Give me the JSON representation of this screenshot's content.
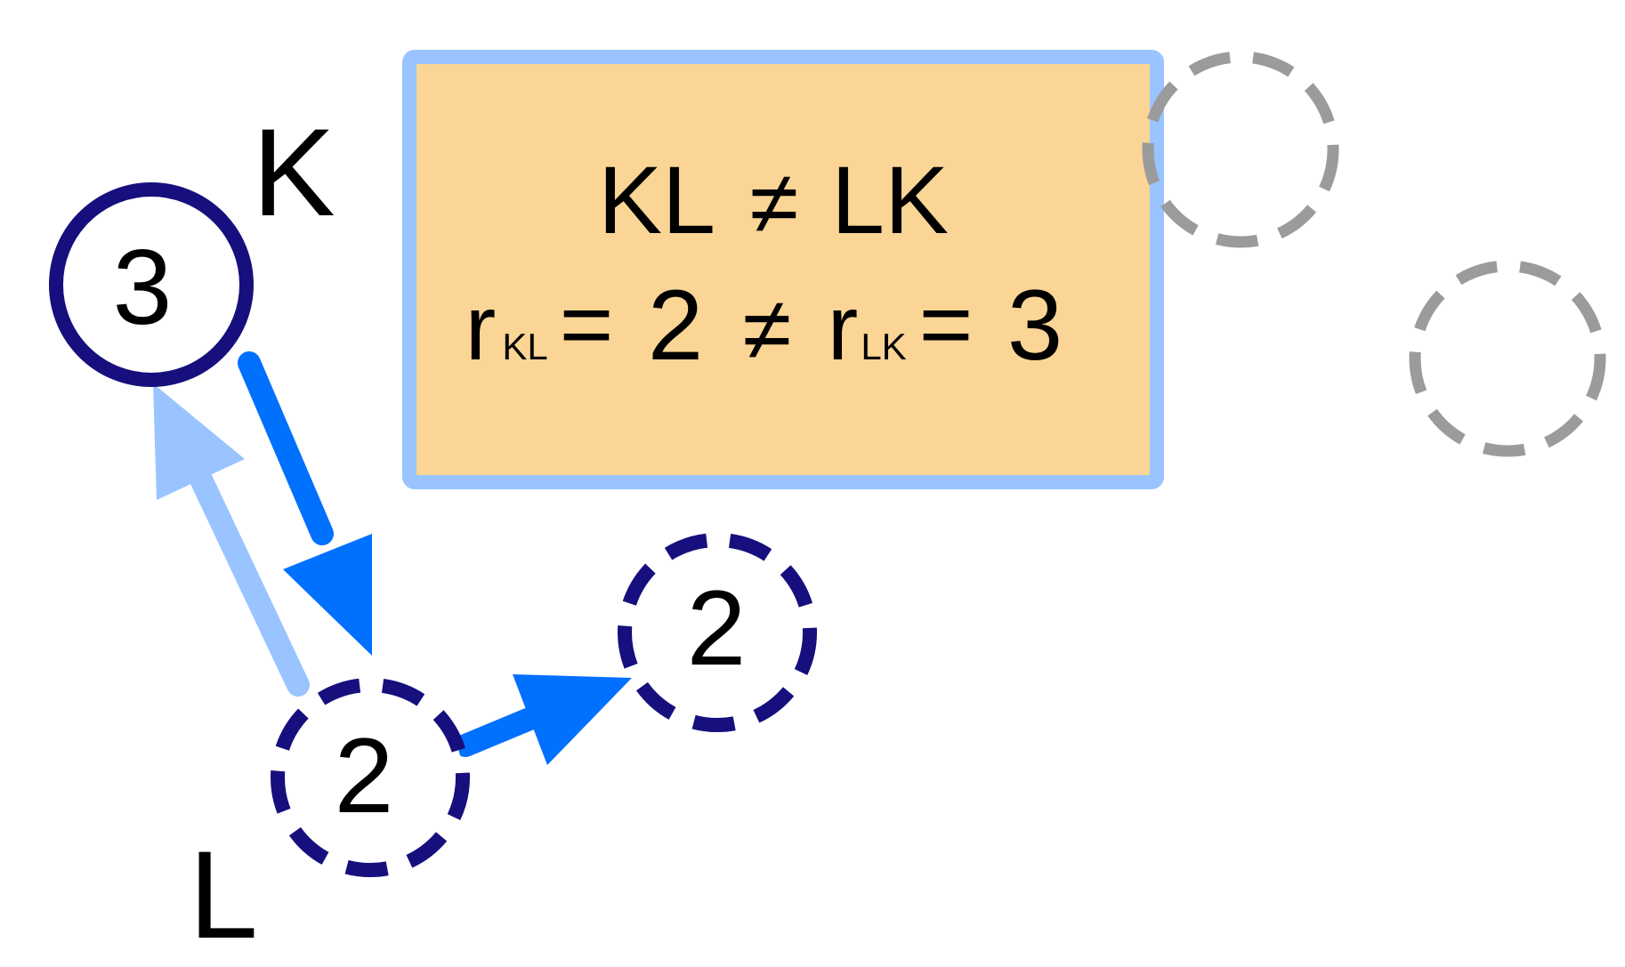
{
  "diagram": {
    "nodes": {
      "k": {
        "value": "3",
        "name": "K",
        "style": "solid"
      },
      "l": {
        "value": "2",
        "name": "L",
        "style": "dashed"
      },
      "m": {
        "value": "2",
        "style": "dashed"
      },
      "ghost_top": {
        "style": "dashed-gray"
      },
      "ghost_right": {
        "style": "dashed-gray"
      }
    },
    "edges": {
      "k_to_l": {
        "from": "K",
        "to": "L",
        "color": "#0070ff"
      },
      "l_to_k": {
        "from": "L",
        "to": "K",
        "color": "#99c4ff"
      },
      "l_to_m": {
        "from": "L",
        "to": "second node with value 2",
        "color": "#0070ff"
      }
    },
    "note": {
      "line1_left": "KL",
      "line1_neq": "≠",
      "line1_right": "LK",
      "r_symbol": "r",
      "sub_kl": "KL",
      "eq": "=",
      "val_kl": "2",
      "line2_neq": "≠",
      "sub_lk": "LK",
      "val_lk": "3"
    }
  },
  "colors": {
    "node_stroke": "#160f7d",
    "arrow_primary": "#0070ff",
    "arrow_light": "#99c4ff",
    "box_fill": "#fad595",
    "box_border": "#99c4ff",
    "ghost_stroke": "#9b9b9b",
    "text": "#000000"
  }
}
